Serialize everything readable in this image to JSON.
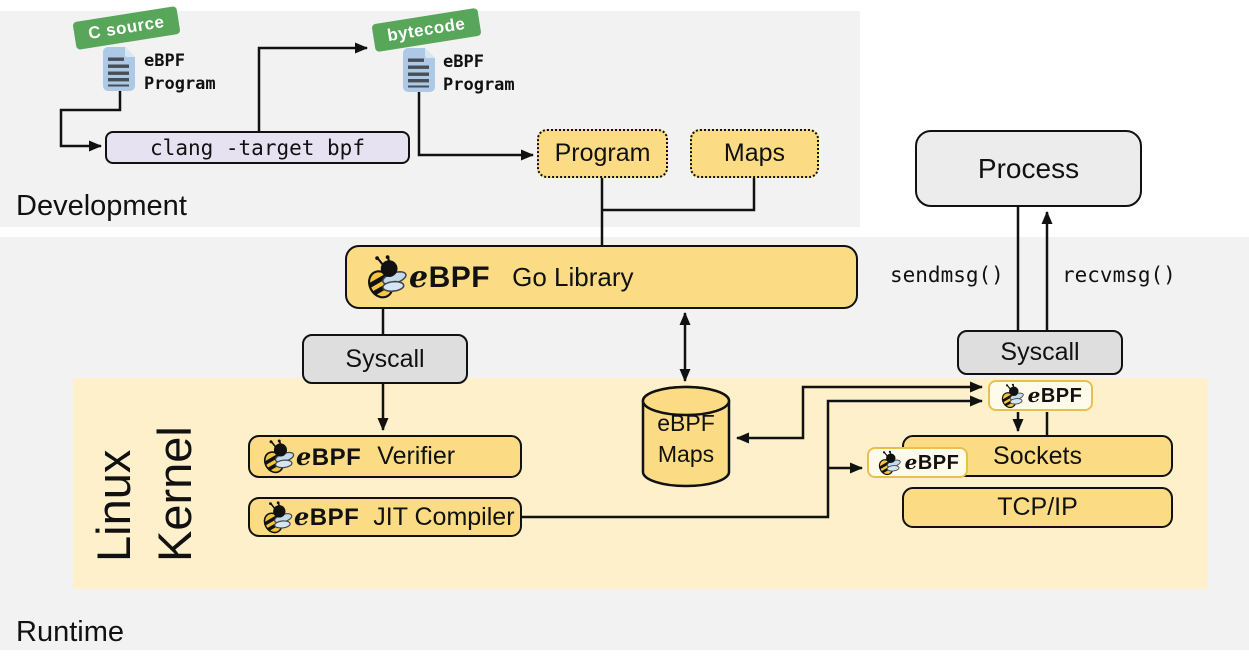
{
  "colors": {
    "panel_gray": "#f2f2f2",
    "kernel_bg": "#fdf0cb",
    "box_yellow": "#fbdc85",
    "badge_green": "#58a659",
    "clang_lavender": "#e7e2f1",
    "gray_box": "#dedede",
    "badge_border_gold": "#e8c14d"
  },
  "development": {
    "section_label": "Development",
    "source_badge": "C source",
    "source_doc": {
      "line1": "eBPF",
      "line2": "Program"
    },
    "clang_label": "clang -target bpf",
    "bytecode_badge": "bytecode",
    "bytecode_doc": {
      "line1": "eBPF",
      "line2": "Program"
    },
    "program_box": "Program",
    "maps_box": "Maps"
  },
  "runtime": {
    "section_label": "Runtime",
    "go_library": {
      "logo": "eBPF",
      "label": "Go Library"
    },
    "syscall_left": "Syscall",
    "syscall_right": "Syscall",
    "process": "Process",
    "sendmsg_label": "sendmsg()",
    "recvmsg_label": "recvmsg()"
  },
  "kernel": {
    "label_line1": "Linux",
    "label_line2": "Kernel",
    "verifier": {
      "logo": "eBPF",
      "label": "Verifier"
    },
    "jit": {
      "logo": "eBPF",
      "label": "JIT Compiler"
    },
    "maps_cylinder": {
      "line1": "eBPF",
      "line2": "Maps"
    },
    "sockets": "Sockets",
    "tcpip": "TCP/IP",
    "badge_top": "eBPF",
    "badge_socket": "eBPF"
  }
}
